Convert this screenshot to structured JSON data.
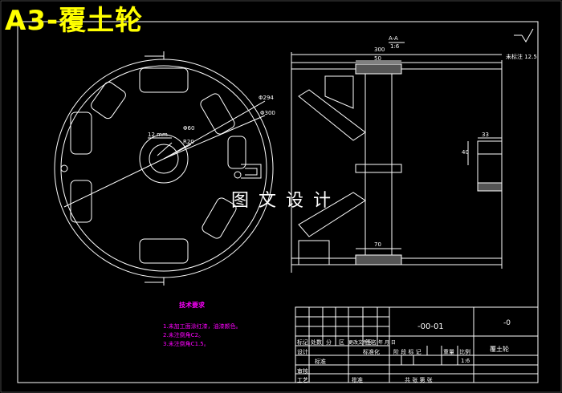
{
  "title": "A3-覆土轮",
  "watermark": "图文设计",
  "section_label": {
    "name": "A-A",
    "scale": "1:6"
  },
  "roughness_note": "未标注 12.5",
  "dims": {
    "d294": "Φ294",
    "d300": "Φ300",
    "d60": "Φ60",
    "r20": "R20",
    "slot": "12 mm",
    "w300": "300",
    "w50": "50",
    "w33": "33",
    "w70": "70",
    "v40": "40"
  },
  "tech_requirements": {
    "title": "技术要求",
    "items": [
      "1.未加工面涂红漆，油漆颜色。",
      "2.未注倒角C2。",
      "3.未注倒角C1.5。"
    ]
  },
  "title_block": {
    "drawing_no": "-00-01",
    "part_name": "覆土轮",
    "top_right": "-0",
    "row_labels": [
      "标记",
      "处数",
      "分",
      "区",
      "更改文件号",
      "签名",
      "年 月 日"
    ],
    "design": "设计",
    "design_val": "标准化",
    "check": "审核",
    "process": "工艺",
    "approve": "批准",
    "stage_labels": [
      "阶 段 标 记",
      "重量",
      "比例"
    ],
    "scale_value": "1:6",
    "sheet_info": "共 张 第 张",
    "standard": "标准"
  }
}
